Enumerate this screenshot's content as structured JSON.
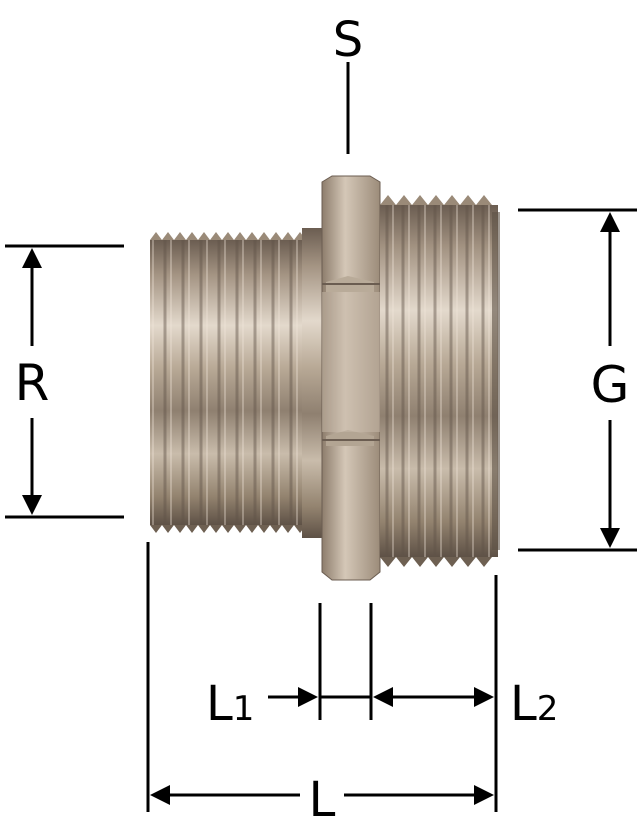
{
  "labels": {
    "s": "S",
    "r": "R",
    "g": "G",
    "l1_letter": "L",
    "l1_sub": "1",
    "l2_letter": "L",
    "l2_sub": "2",
    "l": "L"
  },
  "colors": {
    "metal_base": "#a89886",
    "metal_light": "#e6dccf",
    "metal_dark": "#5e5146",
    "line": "#000000"
  }
}
